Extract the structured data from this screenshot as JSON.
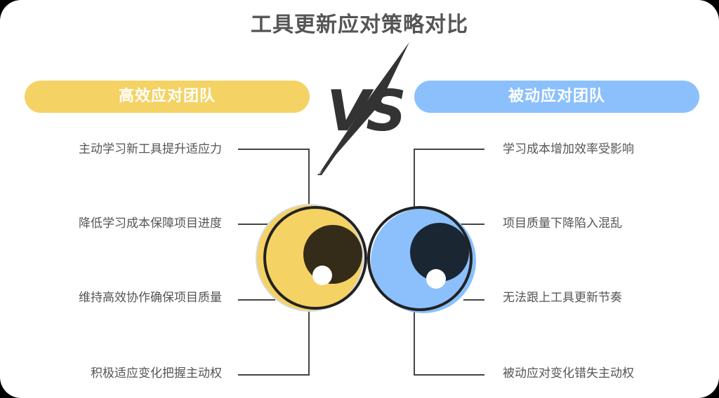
{
  "title": "工具更新应对策略对比",
  "vs_label": "VS",
  "left_team": {
    "label": "高效应对团队",
    "color": "#f4d264",
    "items": [
      "主动学习新工具提升适应力",
      "降低学习成本保障项目进度",
      "维持高效协作确保项目质量",
      "积极适应变化把握主动权"
    ]
  },
  "right_team": {
    "label": "被动应对团队",
    "color": "#8bc0fd",
    "items": [
      "学习成本增加效率受影响",
      "项目质量下降陷入混乱",
      "无法跟上工具更新节奏",
      "被动应对变化错失主动权"
    ]
  },
  "colors": {
    "title_text": "#555555",
    "item_text": "#555555",
    "line": "#444444",
    "vs": "#333333",
    "left_pupil": "#342c18",
    "right_pupil": "#1b2633"
  }
}
